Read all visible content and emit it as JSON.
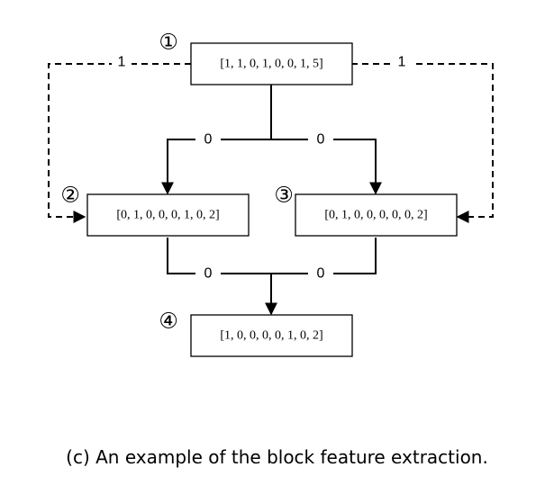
{
  "nodes": [
    {
      "id": "1",
      "marker": "①",
      "vector": "[1, 1, 0, 1, 0, 0, 1, 5]"
    },
    {
      "id": "2",
      "marker": "②",
      "vector": "[0, 1, 0, 0, 0, 1, 0, 2]"
    },
    {
      "id": "3",
      "marker": "③",
      "vector": "[0, 1, 0, 0, 0, 0, 0, 2]"
    },
    {
      "id": "4",
      "marker": "④",
      "vector": "[1, 0, 0, 0, 0, 1, 0, 2]"
    }
  ],
  "edges": [
    {
      "from": "1",
      "to": "2",
      "label": "1",
      "style": "dashed"
    },
    {
      "from": "1",
      "to": "3",
      "label": "1",
      "style": "dashed"
    },
    {
      "from": "1",
      "to": "2",
      "label": "0",
      "style": "solid"
    },
    {
      "from": "1",
      "to": "3",
      "label": "0",
      "style": "solid"
    },
    {
      "from": "2",
      "to": "4",
      "label": "0",
      "style": "solid"
    },
    {
      "from": "3",
      "to": "4",
      "label": "0",
      "style": "solid"
    }
  ],
  "caption": "(c) An example of the block feature extraction."
}
